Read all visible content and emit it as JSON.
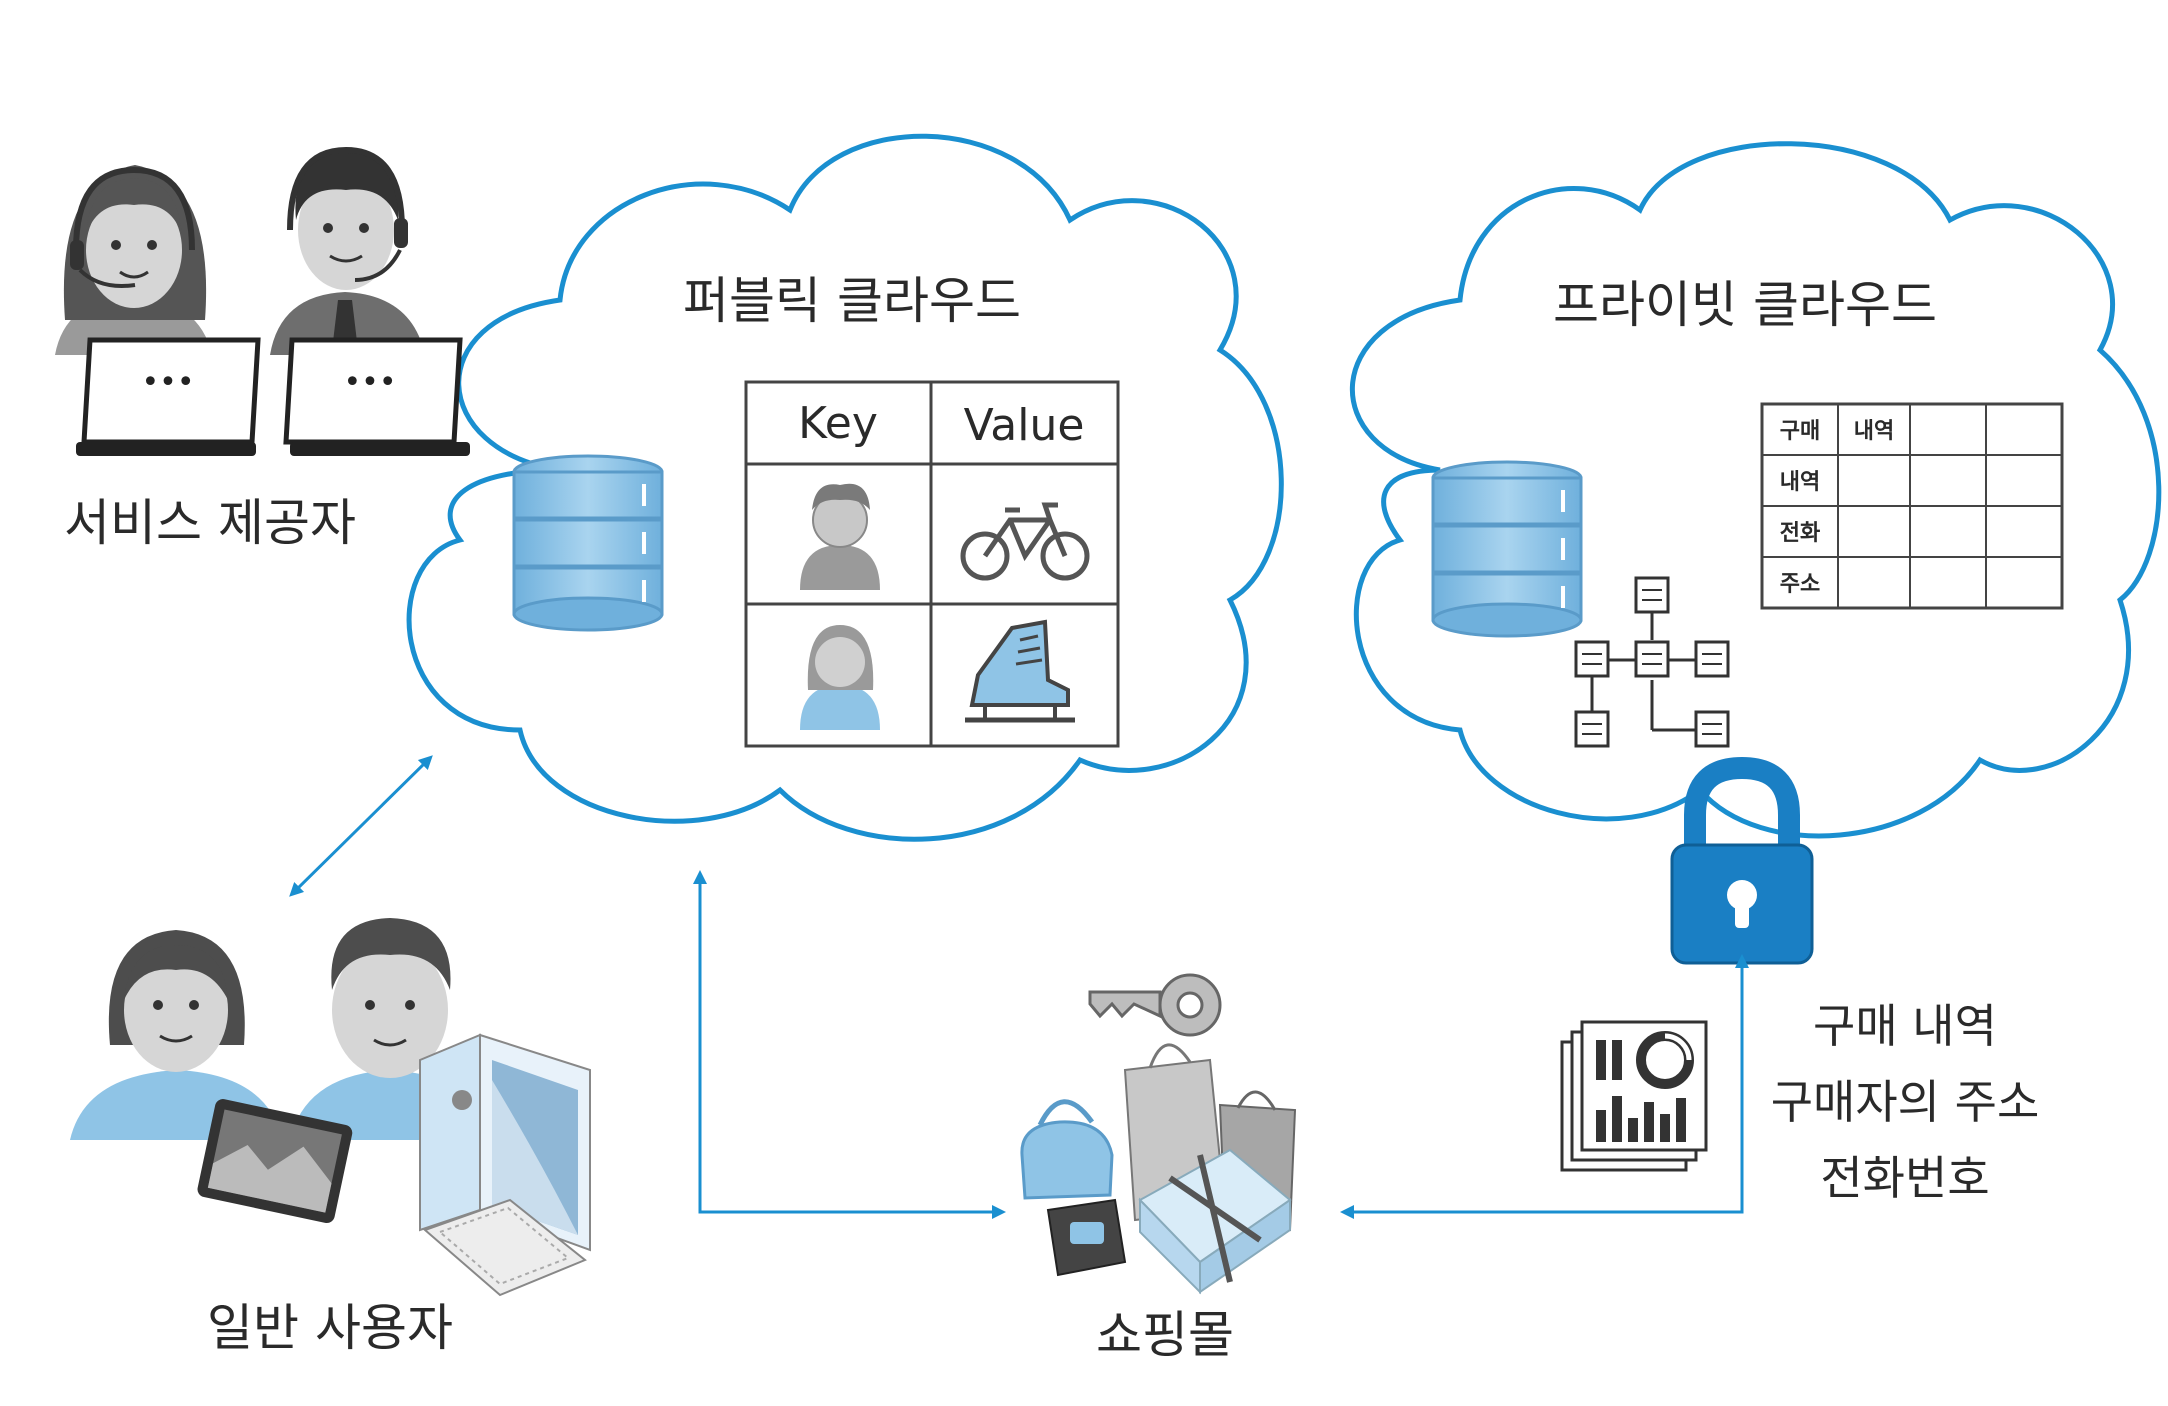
{
  "labels": {
    "service_provider": "서비스 제공자",
    "general_user": "일반 사용자",
    "shopping_mall": "쇼핑몰",
    "public_cloud": "퍼블릭 클라우드",
    "private_cloud": "프라이빗 클라우드"
  },
  "kv_table": {
    "key_header": "Key",
    "value_header": "Value"
  },
  "private_table": {
    "row_headers": [
      "구매",
      "내역",
      "전화",
      "주소"
    ],
    "col_header_2": "내역"
  },
  "private_info_lines": [
    "구매 내역",
    "구매자의 주소",
    "전화번호"
  ],
  "laptop_screen_text": "•••",
  "colors": {
    "accent_blue": "#1a8fd0",
    "db_fill": "#8fc4e6",
    "lock_blue": "#1a7fc4",
    "person_gray": "#8c8c8c"
  }
}
